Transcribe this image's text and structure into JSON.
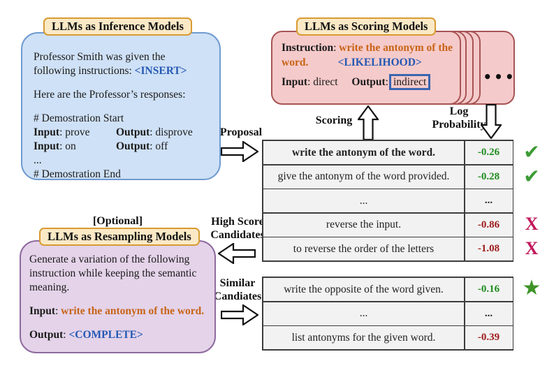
{
  "colors": {
    "inference_fill": "#cfe1f6",
    "inference_border": "#6f9bd1",
    "scoring_fill": "#f5caca",
    "scoring_border": "#a85454",
    "resampling_fill": "#e4d3e9",
    "resampling_border": "#8f6a9f",
    "badge_fill": "#fbe9c6",
    "badge_border": "#d89b32",
    "orange_text": "#c86417",
    "blue_token": "#2458b3",
    "score_green": "#1f8c1f",
    "score_red": "#9e1a1a",
    "check_green": "#3c9b35",
    "cross_crimson": "#c2185b",
    "star_green": "#3e9327"
  },
  "inference_box": {
    "badge": "LLMs as Inference Models",
    "para1_line1": "Professor Smith was given the",
    "para1_line2_prefix": "following instructions: ",
    "insert_token": "<INSERT>",
    "para2": "Here are the Professor’s responses:",
    "demo_start": "# Demostration Start",
    "demo_rows": [
      {
        "input_label": "Input",
        "input_text": ": prove",
        "output_label": "Output",
        "output_text": ": disprove"
      },
      {
        "input_label": "Input",
        "input_text": ": on",
        "output_label": "Output",
        "output_text": ": off"
      }
    ],
    "ellipsis": "...",
    "demo_end": "# Demostration End"
  },
  "scoring_box": {
    "badge": "LLMs as Scoring Models",
    "instruction_label": "Instruction",
    "instruction_sep": ": ",
    "instruction_line1": "write the antonym of the",
    "instruction_line2": "word.",
    "likelihood_token": "<LIKELIHOOD>",
    "input_label": "Input",
    "input_text": ": direct",
    "output_label": "Output",
    "output_sep": ":",
    "output_value": "indirect",
    "stack_dots": "•••"
  },
  "resampling_box": {
    "optional_tag": "[Optional]",
    "badge": "LLMs as Resampling Models",
    "body": "Generate a variation of the following instruction while keeping the semantic meaning.",
    "input_label": "Input",
    "input_sep": ": ",
    "input_value": "write the antonym of the word.",
    "output_label": "Output",
    "output_sep": ": ",
    "output_value": "<COMPLETE>"
  },
  "flow": {
    "proposal": "Proposal",
    "scoring": "Scoring",
    "log_probability_line1": "Log",
    "log_probability_line2": "Probability",
    "high_score_line1": "High Score",
    "high_score_line2": "Candidates",
    "similar_line1": "Similar",
    "similar_line2": "Candiates"
  },
  "score_table": {
    "rows": [
      {
        "text": "write the antonym of the word.",
        "score": "-0.26",
        "mark": "✔"
      },
      {
        "text": "give the antonym of the word provided.",
        "score": "-0.28",
        "mark": "✔"
      },
      {
        "text": "...",
        "score": "...",
        "mark": ""
      },
      {
        "text": "reverse the input.",
        "score": "-0.86",
        "mark": "X"
      },
      {
        "text": "to reverse the order of the letters",
        "score": "-1.08",
        "mark": "X"
      }
    ]
  },
  "resample_table": {
    "rows": [
      {
        "text": "write the opposite of the word given.",
        "score": "-0.16",
        "mark": "★"
      },
      {
        "text": "...",
        "score": "...",
        "mark": ""
      },
      {
        "text": "list antonyms for the given word.",
        "score": "-0.39",
        "mark": ""
      }
    ]
  }
}
